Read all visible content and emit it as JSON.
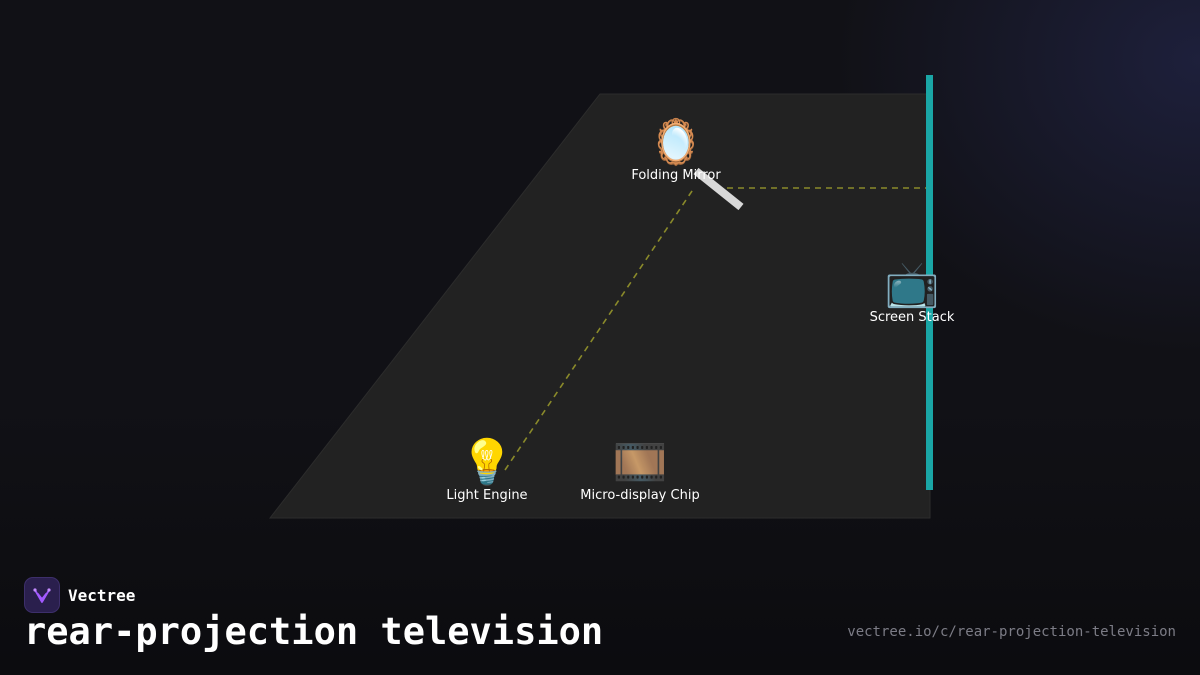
{
  "diagram": {
    "components": {
      "folding_mirror": {
        "label": "Folding Mirror",
        "icon": "mirror-icon",
        "glyph": "🪞"
      },
      "screen_stack": {
        "label": "Screen Stack",
        "icon": "television-icon",
        "glyph": "📺"
      },
      "light_engine": {
        "label": "Light Engine",
        "icon": "light-bulb-icon",
        "glyph": "💡"
      },
      "micro_display_chip": {
        "label": "Micro-display Chip",
        "icon": "film-frames-icon",
        "glyph": "🎞️"
      }
    },
    "colors": {
      "cabinet": "#222222",
      "screen": "#1aa6a6",
      "light_path": "#8a8a2a",
      "mirror": "#d8d8d8"
    }
  },
  "brand": {
    "name": "Vectree",
    "logo_color": "#a259ff"
  },
  "title": "rear-projection television",
  "url": "vectree.io/c/rear-projection-television"
}
